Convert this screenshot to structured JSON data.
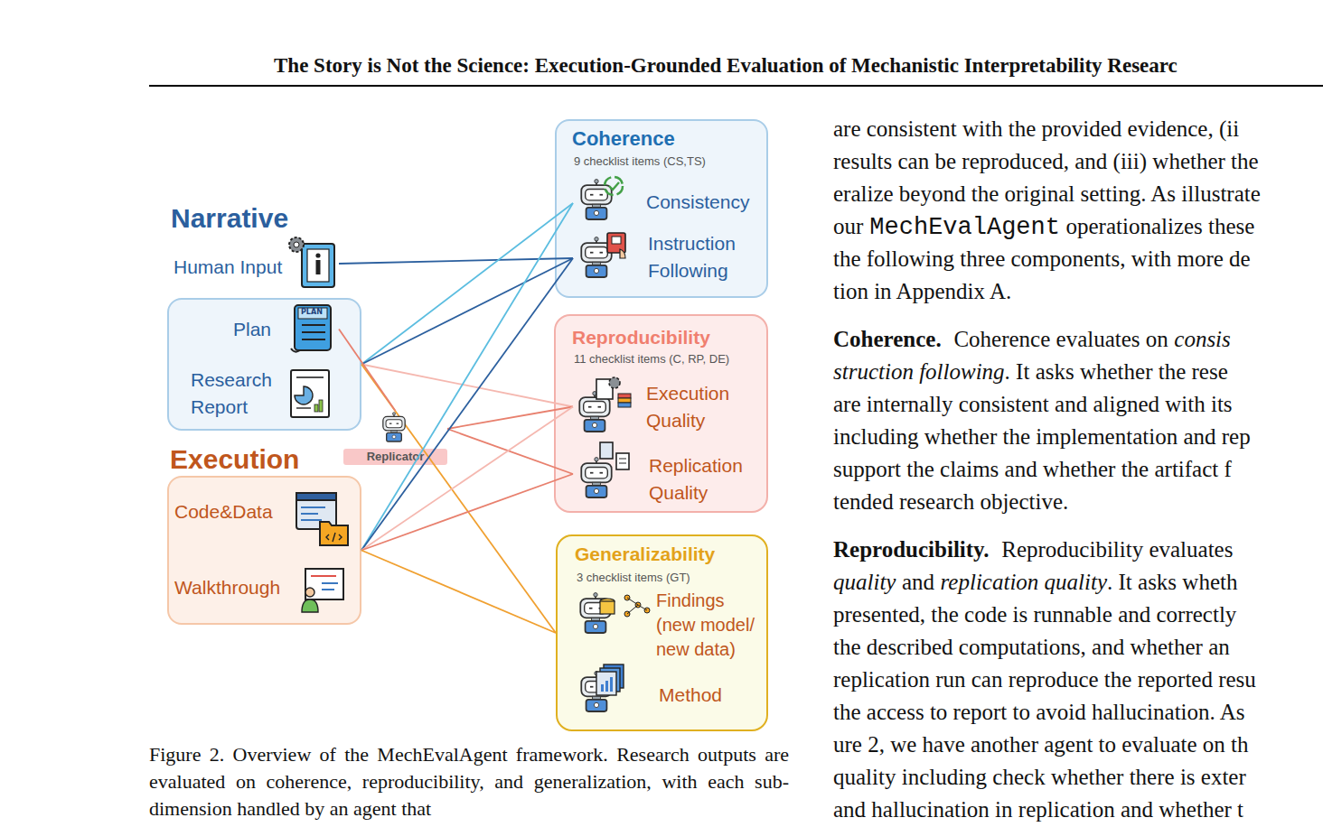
{
  "diagram": {
    "caption": "Figure 2. Overview of the MechEvalAgent framework. Research outputs are evaluated on coherence, reproducibility, and generalization, with each sub-dimension handled by an agent that",
    "nodes": [
      {
        "text": [
          "Human Input"
        ]
      },
      {
        "text": []
      },
      {
        "text": [
          "Plan"
        ],
        "in": 1
      },
      {
        "text": [
          "Research Report"
        ],
        "in": 1
      },
      {
        "text": [
          "Execution"
        ]
      },
      {
        "text": [
          "Code&Data"
        ],
        "in": 4
      },
      {
        "text": [
          "Walkthrough"
        ],
        "in": 4
      },
      {
        "text": [
          "Replicator"
        ]
      },
      {
        "text": [
          "Coherence",
          "9 checklist items (CS,TS)"
        ]
      },
      {
        "text": [
          "Consistency"
        ],
        "in": 8
      },
      {
        "text": [
          "Instruction Following"
        ],
        "in": 8
      },
      {
        "text": [
          "Reproducibility",
          "11 checklist items (C, RP, DE)"
        ]
      },
      {
        "text": [
          "Execution Quality"
        ],
        "in": 11
      },
      {
        "text": [
          "Replication Quality"
        ],
        "in": 11
      },
      {
        "text": [
          "Generalizability",
          "3 checklist items (GT)"
        ]
      },
      {
        "text": [
          "Findings (new model/ new data)"
        ],
        "in": 14
      },
      {
        "text": [
          "Method"
        ],
        "in": 14
      }
    ],
    "edges": [
      {
        "from": 0,
        "to": 10,
        "arrow": "none"
      },
      {
        "from": 1,
        "to": 9,
        "arrow": "none"
      },
      {
        "from": 1,
        "to": 10,
        "arrow": "none"
      },
      {
        "from": 1,
        "to": 12,
        "arrow": "none"
      },
      {
        "from": 1,
        "to": 14,
        "arrow": "none"
      },
      {
        "from": 2,
        "to": 7,
        "arrow": "none"
      },
      {
        "from": 7,
        "to": 12,
        "arrow": "none"
      },
      {
        "from": 7,
        "to": 13,
        "arrow": "none"
      },
      {
        "from": 4,
        "to": 9,
        "arrow": "none"
      },
      {
        "from": 4,
        "to": 10,
        "arrow": "none"
      },
      {
        "from": 4,
        "to": 12,
        "arrow": "none"
      },
      {
        "from": 4,
        "to": 13,
        "arrow": "none"
      },
      {
        "from": 4,
        "to": 14,
        "arrow": "none"
      }
    ],
    "labels": [
      "The Story is Not the Science: Execution-Grounded Evaluation of Mechanistic Interpretability Researc",
      "Narrative",
      "PLAN",
      "are consistent with the provided evidence, (ii",
      "results can be reproduced, and (iii) whether the",
      "eralize beyond the original setting. As illustrate",
      "our",
      "MechEvalAgent",
      "operationalizes these",
      "the following three components, with more de",
      "tion in Appendix A.",
      "Coherence.",
      "Coherence evaluates on",
      "consis",
      "struction following",
      ". It asks whether the rese",
      "are internally consistent and aligned with its",
      "including whether the implementation and rep",
      "support the claims and whether the artifact f",
      "tended research objective.",
      "Reproducibility.",
      "Reproducibility evaluates",
      "quality",
      "and",
      "replication quality",
      ". It asks wheth",
      "presented, the code is runnable and correctly",
      "the described computations, and whether an",
      "replication run can reproduce the reported resu",
      "the access to report to avoid hallucination. As",
      "ure 2, we have another agent to evaluate on th",
      "quality including check whether there is exter",
      "and hallucination in replication and whether t"
    ]
  }
}
